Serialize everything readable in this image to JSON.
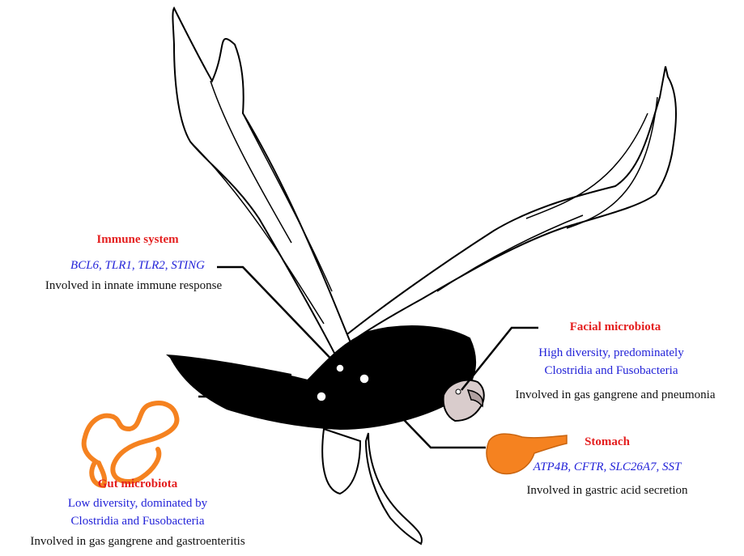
{
  "colors": {
    "heading": "#e41f1f",
    "detail": "#2323d8",
    "text": "#111111",
    "organ": "#f58220",
    "bird_body": "#000000",
    "bird_head": "#d9cccc"
  },
  "callouts": {
    "immune": {
      "title": "Immune system",
      "genes": "BCL6, TLR1, TLR2, STING",
      "note": "Involved in innate immune response"
    },
    "facial": {
      "title": "Facial microbiota",
      "detail_line1": "High diversity, predominately",
      "detail_line2": "Clostridia and Fusobacteria",
      "note": "Involved in gas gangrene and pneumonia"
    },
    "gut": {
      "title": "Gut microbiota",
      "detail_line1": "Low diversity, dominated by",
      "detail_line2": "Clostridia and Fusobacteria",
      "note": "Involved in gas gangrene and gastroenteritis"
    },
    "stomach": {
      "title": "Stomach",
      "genes": "ATP4B, CFTR, SLC26A7, SST",
      "note": "Involved in gastric acid secretion"
    }
  }
}
